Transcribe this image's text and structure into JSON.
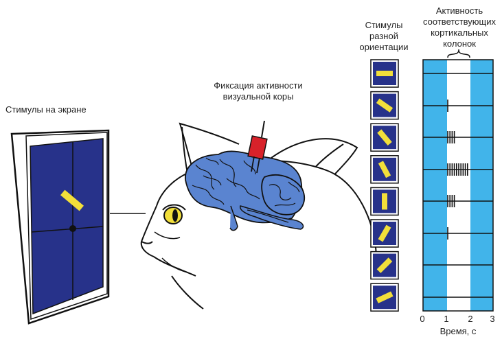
{
  "labels": {
    "screen": "Стимулы на экране",
    "recording_line1": "Фиксация активности",
    "recording_line2": "визуальной коры",
    "orientations_line1": "Стимулы",
    "orientations_line2": "разной",
    "orientations_line3": "ориентации",
    "activity_line1": "Активность",
    "activity_line2": "соответствующих",
    "activity_line3": "кортикальных",
    "activity_line4": "колонок"
  },
  "time_axis": {
    "ticks": [
      "0",
      "1",
      "2",
      "3"
    ],
    "label": "Время, с"
  },
  "stimuli": {
    "angles_deg": [
      0,
      35,
      50,
      62,
      90,
      120,
      135,
      155
    ]
  },
  "raster": {
    "spike_counts": [
      0,
      1,
      4,
      10,
      4,
      1,
      0,
      0
    ]
  },
  "colors": {
    "screen_blue": "#27328a",
    "bar_yellow": "#f2df3a",
    "brain_blue": "#5a84d0",
    "raster_cyan": "#41b4ea",
    "electrode_red": "#d8222a"
  }
}
